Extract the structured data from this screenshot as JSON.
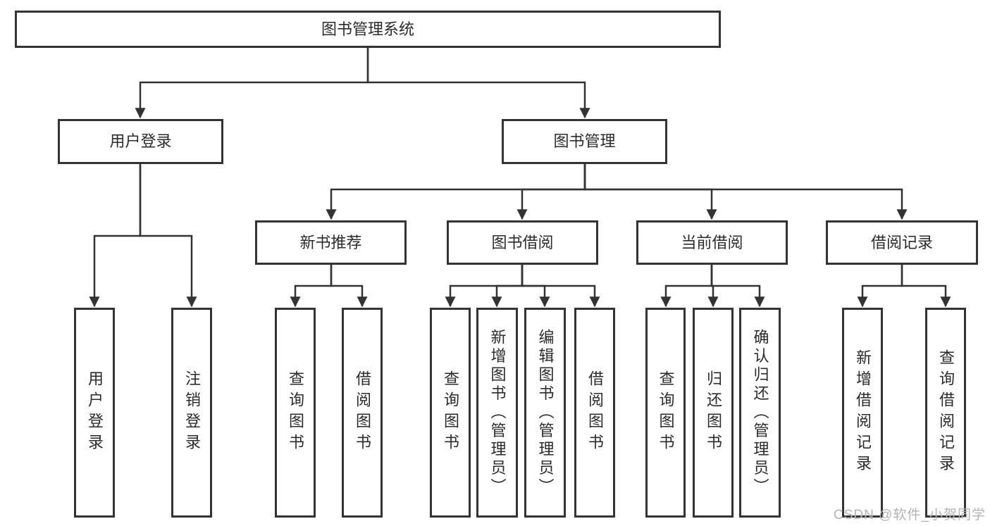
{
  "diagram": {
    "title": "图书管理系统",
    "watermark": "CSDN @软件_小贺同学",
    "colors": {
      "line": "#333333",
      "box_border": "#333333",
      "box_fill": "#ffffff",
      "text": "#2b2b2b",
      "watermark": "#b3b3b3",
      "background": "#ffffff"
    },
    "nodes": {
      "root": {
        "id": "root",
        "label": "图书管理系统"
      },
      "level2": [
        {
          "id": "user-login",
          "label": "用户登录",
          "parent": "root"
        },
        {
          "id": "book-management",
          "label": "图书管理",
          "parent": "root"
        }
      ],
      "level3": [
        {
          "id": "new-book-recommend",
          "label": "新书推荐",
          "parent": "book-management"
        },
        {
          "id": "book-borrowing",
          "label": "图书借阅",
          "parent": "book-management"
        },
        {
          "id": "current-borrowing",
          "label": "当前借阅",
          "parent": "book-management"
        },
        {
          "id": "borrowing-records",
          "label": "借阅记录",
          "parent": "book-management"
        }
      ],
      "leaves": [
        {
          "id": "user-login-leaf",
          "label": "用户登录",
          "parent": "user-login"
        },
        {
          "id": "logout",
          "label": "注销登录",
          "parent": "user-login"
        },
        {
          "id": "query-books-newrec",
          "label": "查询图书",
          "parent": "new-book-recommend"
        },
        {
          "id": "borrow-books-newrec",
          "label": "借阅图书",
          "parent": "new-book-recommend"
        },
        {
          "id": "query-books-borrowing",
          "label": "查询图书",
          "parent": "book-borrowing"
        },
        {
          "id": "add-books-admin",
          "label": "新增图书（管理员）",
          "parent": "book-borrowing"
        },
        {
          "id": "edit-books-admin",
          "label": "编辑图书（管理员）",
          "parent": "book-borrowing"
        },
        {
          "id": "borrow-books-borrowing",
          "label": "借阅图书",
          "parent": "book-borrowing"
        },
        {
          "id": "query-books-current",
          "label": "查询图书",
          "parent": "current-borrowing"
        },
        {
          "id": "return-books",
          "label": "归还图书",
          "parent": "current-borrowing"
        },
        {
          "id": "confirm-return-admin",
          "label": "确认归还（管理员）",
          "parent": "current-borrowing"
        },
        {
          "id": "add-borrow-record",
          "label": "新增借阅记录",
          "parent": "borrowing-records"
        },
        {
          "id": "query-borrow-record",
          "label": "查询借阅记录",
          "parent": "borrowing-records"
        }
      ]
    }
  }
}
